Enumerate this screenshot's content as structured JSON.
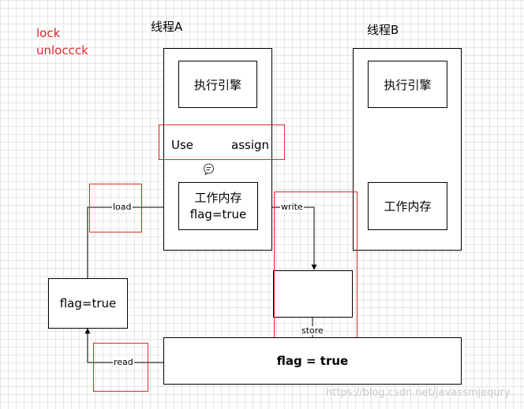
{
  "legend": {
    "lock": "lock",
    "unlock": "unloccck"
  },
  "threads": {
    "a": {
      "title": "线程A",
      "engine": "执行引擎",
      "memory_line1": "工作内存",
      "memory_line2": "flag=true"
    },
    "b": {
      "title": "线程B",
      "engine": "执行引擎",
      "memory": "工作内存"
    }
  },
  "ops": {
    "use": "Use",
    "assign": "assign",
    "load": "load",
    "read": "read",
    "write": "write",
    "store": "store"
  },
  "boxes": {
    "left_flag": "flag=true",
    "main_memory": "flag = true"
  },
  "watermark": "https://blog.csdn.net/javassmjequry",
  "colors": {
    "highlight": "#e0282a"
  }
}
